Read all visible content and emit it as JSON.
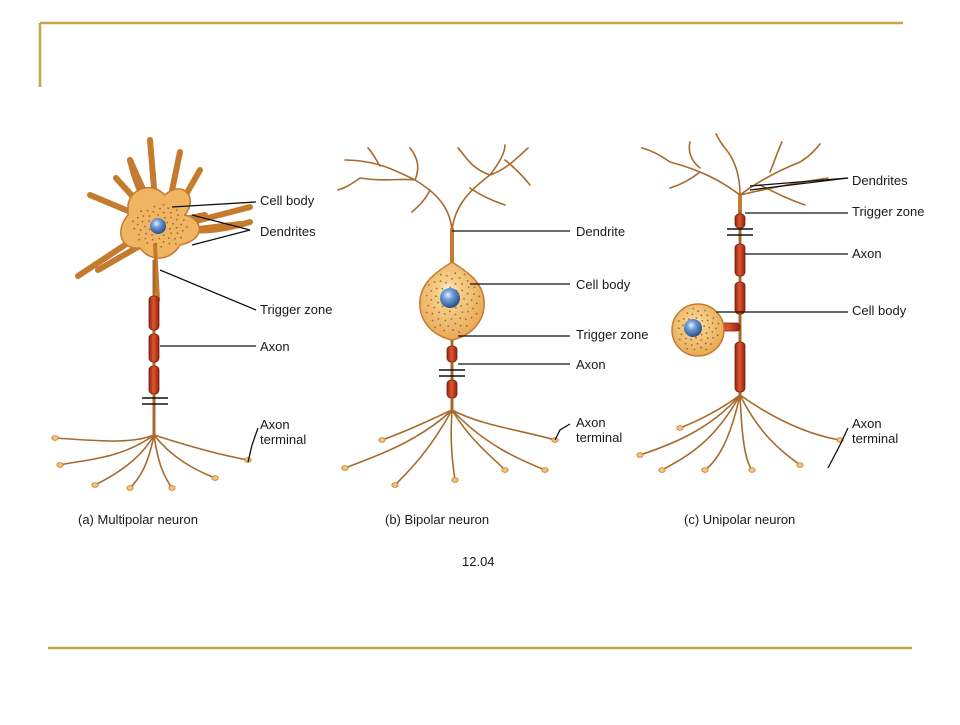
{
  "colors": {
    "frame": "#c8a544",
    "cell_fill": "#efb563",
    "cell_stroke": "#c67a2e",
    "dendrite": "#a86a2c",
    "myelin": "#c13a1a",
    "myelin_edge": "#7e1e0c",
    "nucleus": "#3f6fb0",
    "leader": "#111111"
  },
  "panels": {
    "a": {
      "title": "(a) Multipolar neuron",
      "labels": {
        "cell_body": "Cell body",
        "dendrites": "Dendrites",
        "trigger_zone": "Trigger zone",
        "axon": "Axon",
        "axon_terminal_1": "Axon",
        "axon_terminal_2": "terminal"
      }
    },
    "b": {
      "title": "(b) Bipolar neuron",
      "labels": {
        "dendrite": "Dendrite",
        "cell_body": "Cell body",
        "trigger_zone": "Trigger zone",
        "axon": "Axon",
        "axon_terminal_1": "Axon",
        "axon_terminal_2": "terminal"
      }
    },
    "c": {
      "title": "(c) Unipolar neuron",
      "labels": {
        "dendrites": "Dendrites",
        "trigger_zone": "Trigger zone",
        "axon": "Axon",
        "cell_body": "Cell body",
        "axon_terminal_1": "Axon",
        "axon_terminal_2": "terminal"
      }
    }
  },
  "figure_number": "12.04"
}
